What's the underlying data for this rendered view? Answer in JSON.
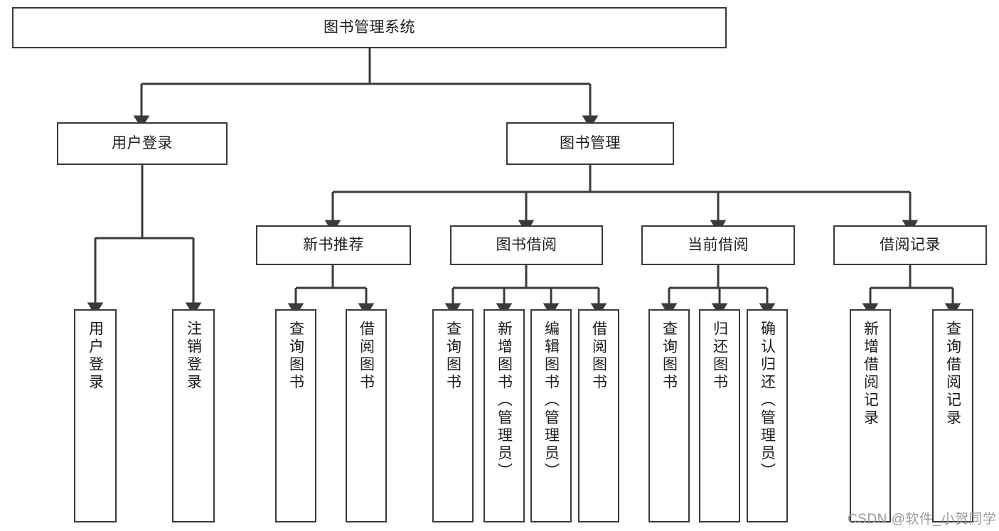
{
  "diagram": {
    "title": "图书管理系统",
    "type": "tree-hierarchy-diagram",
    "colors": {
      "box_border": "#3a3a3a",
      "box_fill": "#ffffff",
      "connector": "#3a3a3a",
      "text": "#1c1c1c",
      "watermark": "#9a9a9a",
      "background": "#ffffff"
    },
    "nodes": {
      "root": {
        "label": "图书管理系统"
      },
      "level2": [
        {
          "label": "用户登录"
        },
        {
          "label": "图书管理"
        }
      ],
      "level3": [
        {
          "label": "新书推荐"
        },
        {
          "label": "图书借阅"
        },
        {
          "label": "当前借阅"
        },
        {
          "label": "借阅记录"
        }
      ],
      "leaves": {
        "user_login": [
          {
            "label": "用户登录"
          },
          {
            "label": "注销登录"
          }
        ],
        "new_book_recommend": [
          {
            "label": "查询图书"
          },
          {
            "label": "借阅图书"
          }
        ],
        "book_borrow": [
          {
            "label": "查询图书"
          },
          {
            "label": "新增图书（管理员）"
          },
          {
            "label": "编辑图书（管理员）"
          },
          {
            "label": "借阅图书"
          }
        ],
        "current_borrow": [
          {
            "label": "查询图书"
          },
          {
            "label": "归还图书"
          },
          {
            "label": "确认归还（管理员）"
          }
        ],
        "borrow_record": [
          {
            "label": "新增借阅记录"
          },
          {
            "label": "查询借阅记录"
          }
        ]
      }
    },
    "watermark": "CSDN @软件_小贺同学"
  }
}
